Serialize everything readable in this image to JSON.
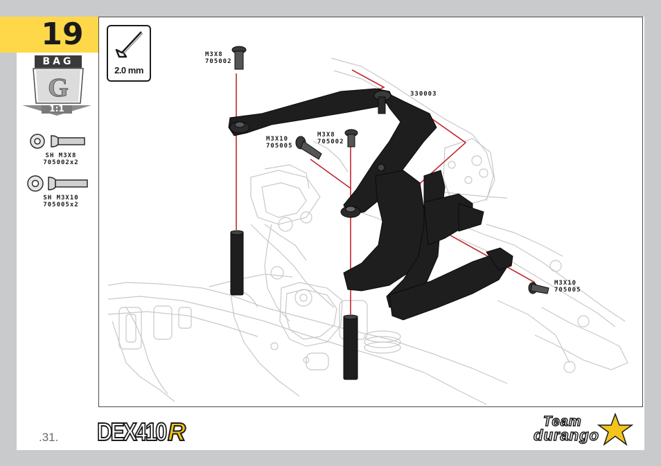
{
  "step": {
    "number": "19"
  },
  "bag": {
    "label": "BAG",
    "letter": "G",
    "scale": "1:1"
  },
  "parts_list": [
    {
      "icon": "button-head-screw-icon",
      "name": "SH M3X8",
      "code": "705002x2"
    },
    {
      "icon": "button-head-screw-icon",
      "name": "SH M3X10",
      "code": "705005x2"
    }
  ],
  "tool": {
    "icon": "hex-key-icon",
    "size": "2.0 mm"
  },
  "callouts": [
    {
      "size": "M3X8",
      "code": "705002"
    },
    {
      "part": "330003"
    },
    {
      "size": "M3X10",
      "code": "705005"
    },
    {
      "size": "M3X8",
      "code": "705002"
    },
    {
      "size": "M3X10",
      "code": "705005"
    }
  ],
  "footer": {
    "page_number": ".31.",
    "product_logo_main": "DEX410",
    "product_logo_suffix": "R",
    "brand_top": "Team",
    "brand_bottom": "durango"
  },
  "colors": {
    "tab_yellow": "#ffd84a",
    "logo_yellow": "#f3c41c",
    "page_grey": "#c9cacb",
    "guide_red": "#c0272d"
  }
}
